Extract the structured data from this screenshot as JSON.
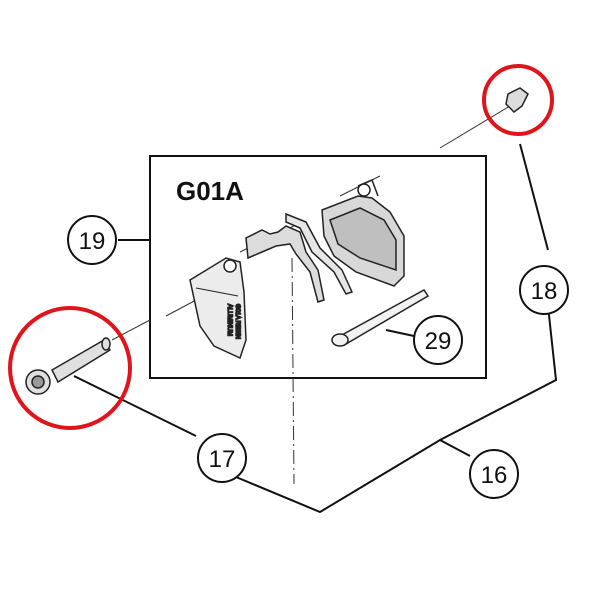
{
  "diagram": {
    "box_title": "G01A",
    "callouts": {
      "c16": "16",
      "c17": "17",
      "c18": "18",
      "c19": "19",
      "c29": "29"
    },
    "pad_texts": {
      "left_1": "ALUMINUM",
      "left_2": "G01A RESIN"
    },
    "highlight_color": "#e0151b"
  }
}
